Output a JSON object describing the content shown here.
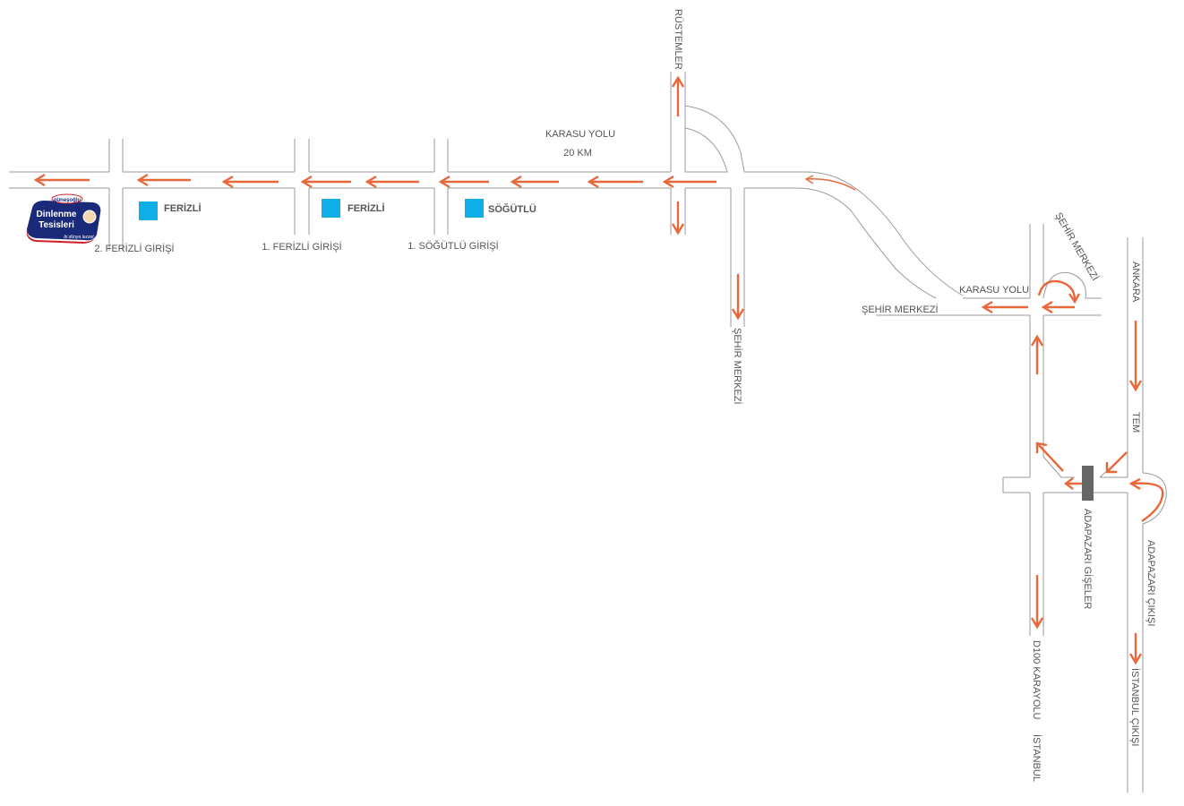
{
  "map": {
    "accent_color": "#e8683a",
    "road_color": "#9a9a9a",
    "marker_color": "#10aee6",
    "logo": {
      "brand": "güneşoğlu",
      "line1": "Dinlenme",
      "line2": "Tesisleri",
      "tagline": "bi dünya lezzet"
    },
    "labels": {
      "rustemler": "RÜSTEMLER",
      "karasu_yolu_top": "KARASU YOLU",
      "distance": "20 KM",
      "ferizli_1": "FERİZLİ",
      "ferizli_2": "FERİZLİ",
      "sogutlu": "SÖĞÜTLÜ",
      "ferizli_2_girisi": "2. FERİZLİ GİRİŞİ",
      "ferizli_1_girisi": "1. FERİZLİ GİRİŞİ",
      "sogutlu_1_girisi": "1. SÖĞÜTLÜ GİRİŞİ",
      "sehir_merkezi_mid": "ŞEHİR MERKEZİ",
      "sehir_merkezi_top_right": "ŞEHİR MERKEZİ",
      "karasu_yolu_right": "KARASU YOLU",
      "sehir_merkezi_left": "ŞEHİR MERKEZİ",
      "ankara": "ANKARA",
      "tem": "TEM",
      "adapazari_giseler": "ADAPAZARI GİŞELER",
      "adapazari_cikisi": "ADAPAZARI ÇIKIŞI",
      "d100_karayolu": "D100 KARAYOLU",
      "istanbul": "İSTANBUL",
      "istanbul_cikisi": "İSTANBUL ÇIKIŞI"
    }
  }
}
